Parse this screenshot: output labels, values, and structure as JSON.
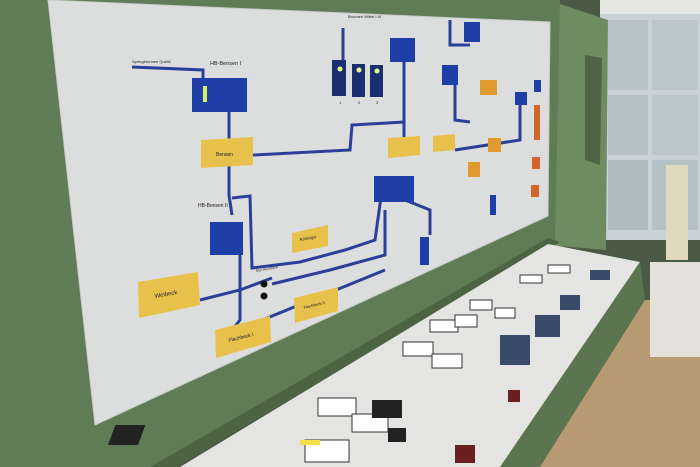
{
  "scene": {
    "title": "Control room mimic panel"
  },
  "diagram": {
    "source_label": "Springbrunnen Quelle",
    "reservoir_1": "HB-Bensen I",
    "reservoir_2": "HB-Bensen II",
    "wells_label": "Brunnen Wittel I-III",
    "well_numbers": [
      "1",
      "2",
      "3"
    ],
    "boxes": {
      "bensen": "Bensen",
      "weibeck": "Weibeck",
      "flachbeck_1": "Flachbeck I",
      "flachbeck_2": "Flachbeck II",
      "roehlinger": "Röhlinger"
    },
    "pump_label": "SGt Hochbeck"
  },
  "colors": {
    "panel": "#dcdedd",
    "frame": "#5e7a55",
    "pipe": "#2a3f9a",
    "tank": "#1f3fa8",
    "box_yellow": "#e8c14d",
    "box_orange": "#e09a2e",
    "box_red": "#d2652a",
    "console": "#e4e4e2"
  }
}
